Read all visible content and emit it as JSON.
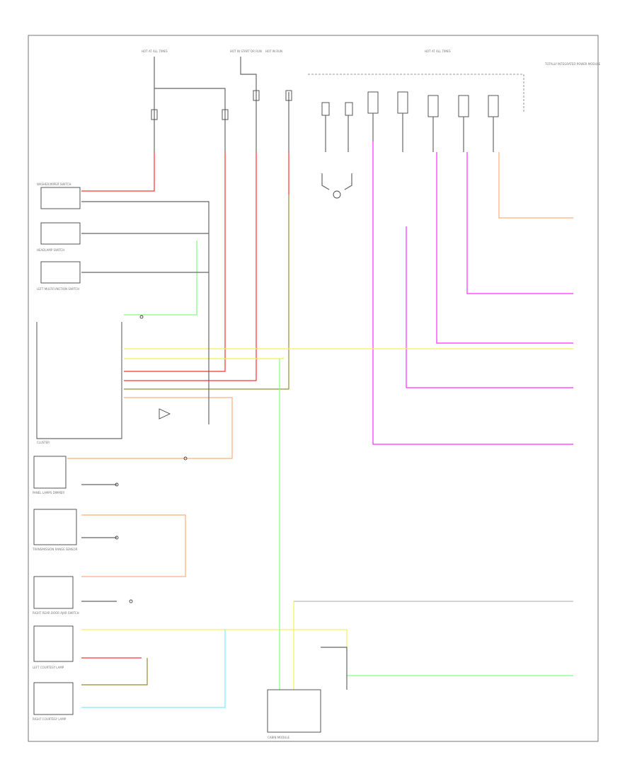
{
  "figure_label": "",
  "top_labels": [
    "HOT AT ALL TIMES",
    "HOT IN START OR RUN",
    "HOT IN RUN",
    "HOT AT ALL TIMES"
  ],
  "right_note": "TOTALLY INTEGRATED POWER MODULE",
  "left_components": [
    "WASHER/WIPER SWITCH",
    "HEADLAMP SWITCH",
    "LEFT MULTIFUNCTION SWITCH",
    "CLUSTER"
  ],
  "lower_left_components": [
    "PANEL LAMPS DIMMER",
    "TRANSMISSION RANGE SENSOR",
    "RIGHT REAR DOOR AJAR SWITCH",
    "LEFT COURTESY LAMP",
    "RIGHT COURTESY LAMP"
  ],
  "bottom_component": "CABIN MODULE",
  "wire_colors": {
    "red": "#ff3030",
    "pink": "#ff2cff",
    "orange": "#ffae7a",
    "yellow": "#f6f05a",
    "green": "#80ff80",
    "cyan": "#80e8ff",
    "olive": "#9a8a3a",
    "black": "#666666"
  }
}
